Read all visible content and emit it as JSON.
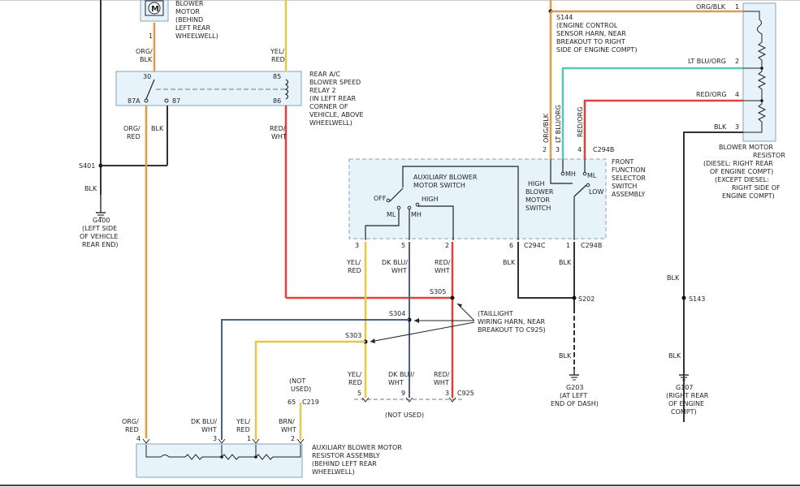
{
  "colors": {
    "orange": "#e39a46",
    "yellow": "#e8c64a",
    "red": "#e0413b",
    "black": "#333333",
    "blue": "#4c5f86",
    "lightblue": "#58c6b8",
    "box_fill": "#e7f3fb",
    "box_border": "#8aa3b5"
  },
  "blower_motor": {
    "symbol": "M",
    "label": [
      "BLOWER",
      "MOTOR",
      "(BEHIND",
      "LEFT REAR",
      "WHEELWELL)"
    ],
    "pin": "1",
    "wire": [
      "ORG/",
      "BLK"
    ]
  },
  "relay": {
    "label": [
      "REAR A/C",
      "BLOWER SPEED",
      "RELAY 2",
      "(IN LEFT REAR",
      "CORNER OF",
      "VEHICLE, ABOVE",
      "WHEELWELL)"
    ],
    "pins": {
      "p30": "30",
      "p87a": "87A",
      "p87": "87",
      "p85": "85",
      "p86": "86"
    },
    "top_wire": [
      "YEL/",
      "RED"
    ],
    "bottom_left_wire": [
      "ORG/",
      "RED"
    ],
    "bottom_mid_wire": "BLK",
    "bottom_right_wire": [
      "RED/",
      "WHT"
    ]
  },
  "s401": "S401",
  "g400": {
    "wire": "BLK",
    "label": [
      "G400",
      "(LEFT SIDE",
      "OF VEHICLE",
      "REAR END)"
    ]
  },
  "s144": {
    "label": [
      "S144",
      "(ENGINE CONTROL",
      "SENSOR HARN, NEAR",
      "BREAKOUT TO RIGHT",
      "SIDE OF ENGINE COMPT)"
    ]
  },
  "resistor": {
    "pins": {
      "p1": "1",
      "p2": "2",
      "p4": "4",
      "p3": "3"
    },
    "wires": {
      "w1": "ORG/BLK",
      "w2": "LT BLU/ORG",
      "w4": "RED/ORG",
      "w3": "BLK"
    },
    "label": [
      "BLOWER MOTOR",
      "RESISTOR",
      "(DIESEL: RIGHT REAR",
      "OF ENGINE COMPT)",
      "(EXCEPT DIESEL:",
      "RIGHT SIDE OF",
      "ENGINE COMPT)"
    ]
  },
  "selector_top_wires": {
    "v1": "ORG/BLK",
    "v2": "LT BLU/ORG",
    "v3": "RED/ORG"
  },
  "selector_top_pins": {
    "p2": "2",
    "p3": "3",
    "p4": "4",
    "conn": "C294B"
  },
  "selector": {
    "label": [
      "FRONT",
      "FUNCTION",
      "SELECTOR",
      "SWITCH",
      "ASSEMBLY"
    ],
    "aux_switch_label": [
      "AUXILIARY BLOWER",
      "MOTOR SWITCH"
    ],
    "off": "OFF",
    "high": "HIGH",
    "ml": "ML",
    "mh": "MH",
    "blower_switch_label": [
      "HIGH",
      "BLOWER",
      "MOTOR",
      "SWITCH"
    ],
    "sw_mh": "MH",
    "sw_ml": "ML",
    "sw_low": "LOW",
    "bottom_pins": {
      "p3": "3",
      "p5": "5",
      "p2": "2",
      "p6": "6",
      "c294c": "C294C",
      "p1": "1",
      "c294b": "C294B"
    }
  },
  "mid_wires": {
    "yel_red": [
      "YEL/",
      "RED"
    ],
    "dk_blu_wht": [
      "DK BLU/",
      "WHT"
    ],
    "red_wht": [
      "RED/",
      "WHT"
    ],
    "blk_left": "BLK",
    "blk_right": "BLK"
  },
  "splices": {
    "s305": "S305",
    "s304": "S304",
    "s303": "S303",
    "s202": "S202",
    "s143": "S143"
  },
  "taillight_note": [
    "(TAILLIGHT",
    "WIRING HARN, NEAR",
    "BREAKOUT TO C925)"
  ],
  "c925": {
    "wires": {
      "yel_red": [
        "YEL/",
        "RED"
      ],
      "dk_blu_wht": [
        "DK BLU/",
        "WHT"
      ],
      "red_wht": [
        "RED/",
        "WHT"
      ]
    },
    "pins": {
      "p5": "5",
      "p9": "9",
      "p3": "3"
    },
    "conn": "C925",
    "not_used": "(NOT USED)"
  },
  "g203": {
    "wire": "BLK",
    "label": [
      "G203",
      "(AT LEFT",
      "END OF DASH)"
    ]
  },
  "g107": {
    "wire_top": "BLK",
    "wire": "BLK",
    "label": [
      "G107",
      "(RIGHT REAR",
      "OF ENGINE",
      "COMPT)"
    ]
  },
  "aux_resistor": {
    "wires": {
      "org_red": [
        "ORG/",
        "RED"
      ],
      "dk_blu_wht": [
        "DK BLU/",
        "WHT"
      ],
      "yel_red": [
        "YEL/",
        "RED"
      ],
      "brn_wht": [
        "BRN/",
        "WHT"
      ]
    },
    "not_used": [
      "(NOT",
      "USED)"
    ],
    "pins": {
      "p4": "4",
      "p3": "3",
      "p1": "1",
      "p2": "2",
      "p65": "65",
      "conn": "C219"
    },
    "label": [
      "AUXILIARY BLOWER MOTOR",
      "RESISTOR ASSEMBLY",
      "(BEHIND LEFT REAR",
      "WHEELWELL)"
    ]
  }
}
